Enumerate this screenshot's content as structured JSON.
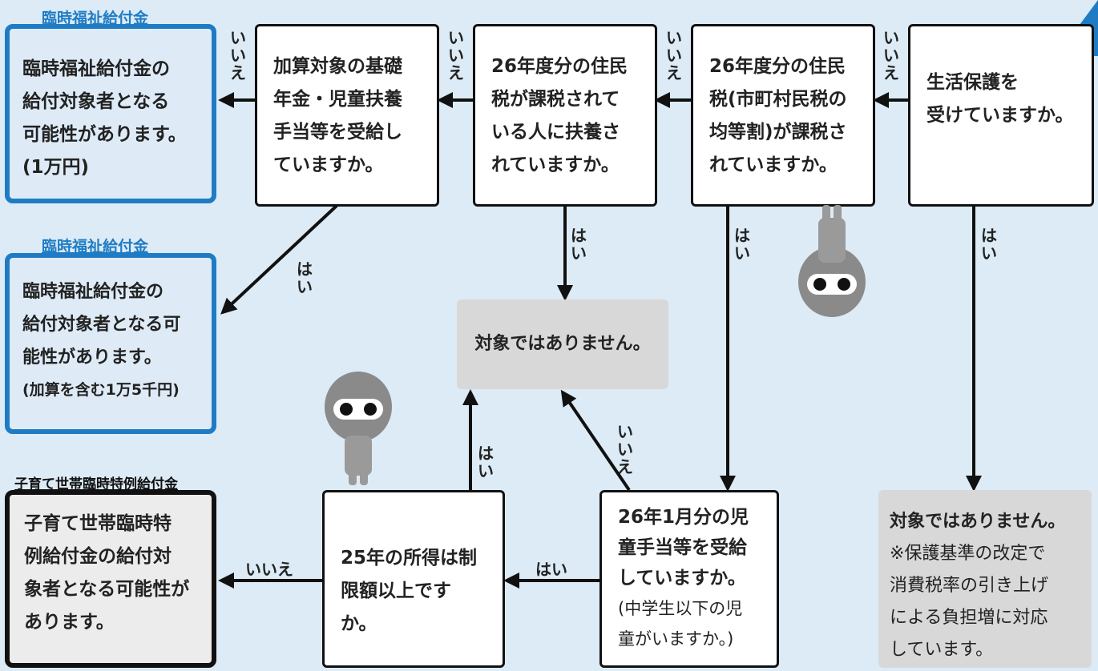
{
  "tags": {
    "fukushi": "臨時福祉給付金",
    "kosodate": "子育て世帯臨時特例給付金"
  },
  "questions": {
    "seikatsu_hogo": [
      "生活保護を",
      "受けていますか。"
    ],
    "kintouwari": [
      "26年度分の住民",
      "税(市町村民税の",
      "均等割)が課税さ",
      "れていますか。"
    ],
    "fuyou": [
      "26年度分の住民",
      "税が課税されて",
      "いる人に扶養さ",
      "れていますか。"
    ],
    "kasan": [
      "加算対象の基礎",
      "年金・児童扶養",
      "手当等を受給し",
      "ていますか。"
    ],
    "jidou_teate": [
      "26年1月分の児",
      "童手当等を受給",
      "していますか。"
    ],
    "jidou_teate_note": [
      "(中学生以下の児",
      "童がいますか。)"
    ],
    "shotoku": [
      "25年の所得は制",
      "限額以上ですか。"
    ]
  },
  "results": {
    "fukushi_base": [
      "臨時福祉給付金の",
      "給付対象者となる",
      "可能性があります。",
      "(1万円)"
    ],
    "fukushi_kasan": [
      "臨時福祉給付金の",
      "給付対象者となる可",
      "能性があります。",
      "(加算を含む1万5千円)"
    ],
    "kosodate": [
      "子育て世帯臨時特",
      "例給付金の給付対",
      "象者となる可能性が",
      "あります。"
    ],
    "not_target_center": "対象ではありません。",
    "not_target_right": "対象ではありません。",
    "not_target_right_note": [
      "※保護基準の改定で",
      "消費税率の引き上げ",
      "による負担増に対応",
      "しています。"
    ]
  },
  "labels": {
    "yes": "はい",
    "no": "いいえ"
  },
  "colors": {
    "background": "#dcebf6",
    "accent_blue": "#1f7cc4",
    "result_box_fill": "#deebf7",
    "not_target_fill": "#d8d8d8"
  }
}
